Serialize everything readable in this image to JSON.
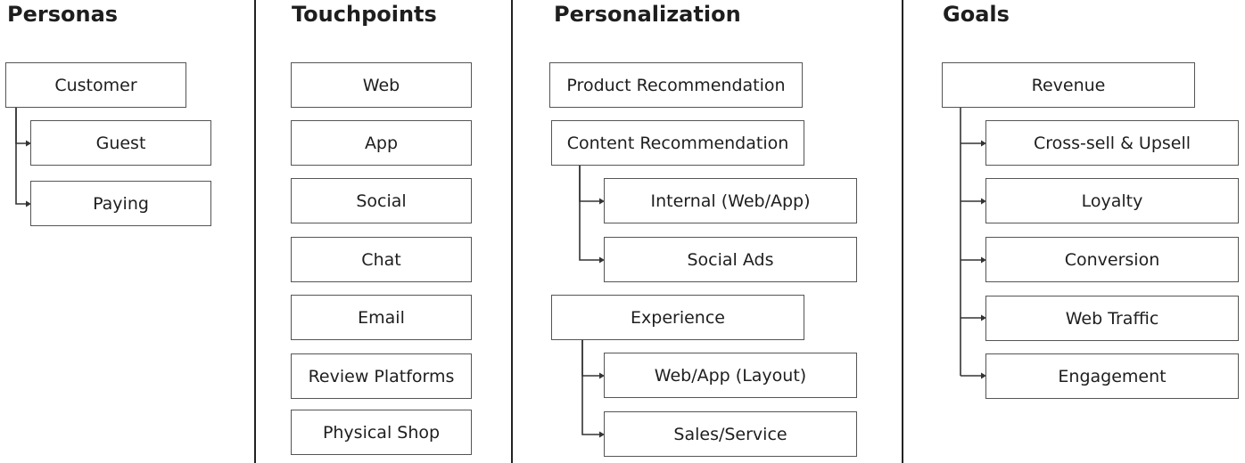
{
  "personas": {
    "title": "Personas",
    "customer": "Customer",
    "guest": "Guest",
    "paying": "Paying"
  },
  "touchpoints": {
    "title": "Touchpoints",
    "items": [
      "Web",
      "App",
      "Social",
      "Chat",
      "Email",
      "Review Platforms",
      "Physical Shop"
    ]
  },
  "personalization": {
    "title": "Personalization",
    "product_rec": "Product Recommendation",
    "content_rec": "Content Recommendation",
    "internal": "Internal (Web/App)",
    "social_ads": "Social Ads",
    "experience": "Experience",
    "web_app_layout": "Web/App (Layout)",
    "sales_service": "Sales/Service"
  },
  "goals": {
    "title": "Goals",
    "revenue": "Revenue",
    "items": [
      "Cross-sell & Upsell",
      "Loyalty",
      "Conversion",
      "Web Traffic",
      "Engagement"
    ]
  }
}
